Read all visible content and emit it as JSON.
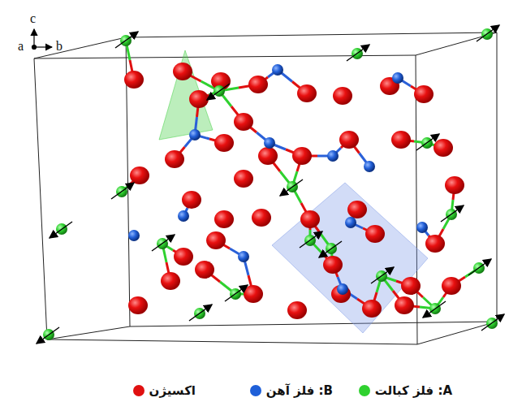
{
  "diagram": {
    "labels": [
      "c",
      "a",
      "b"
    ],
    "legend": [
      {
        "text": "A: فلز کبالت",
        "color": "#2fd12f"
      },
      {
        "text": "B: فلز آهن",
        "color": "#1e5fd8"
      },
      {
        "text": "اکسیژن",
        "color": "#e01010"
      }
    ]
  }
}
